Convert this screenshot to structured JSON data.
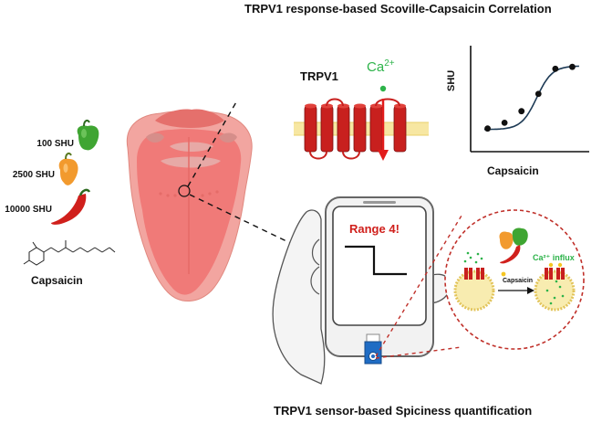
{
  "header": {
    "title": "TRPV1 response-based Scoville-Capsaicin Correlation"
  },
  "footer": {
    "title": "TRPV1 sensor-based Spiciness quantification"
  },
  "peppers": [
    {
      "label": "100 SHU",
      "color": "#3fa532"
    },
    {
      "label": "2500 SHU",
      "color": "#f29a2e"
    },
    {
      "label": "10000 SHU",
      "color": "#d0201c"
    }
  ],
  "molecule": {
    "label": "Capsaicin"
  },
  "channel": {
    "label": "TRPV1",
    "ion": "Ca",
    "ion_charge": "2+",
    "ion_color": "#2db34a",
    "color": "#c8201e"
  },
  "chart_data": {
    "type": "scatter",
    "xlabel": "Capsaicin",
    "ylabel": "SHU",
    "x": [
      1,
      2,
      3,
      4,
      5,
      6
    ],
    "y": [
      1.2,
      1.5,
      2.1,
      3.0,
      4.3,
      4.4
    ],
    "fit": "sigmoid",
    "xlim": [
      0,
      7
    ],
    "ylim": [
      0,
      5.5
    ]
  },
  "phone": {
    "screen_text": "Range 4!",
    "screen_text_color": "#d0201c"
  },
  "inset": {
    "influx_label": "Ca²⁺ influx",
    "capsaicin_label": "Capsaicin"
  }
}
